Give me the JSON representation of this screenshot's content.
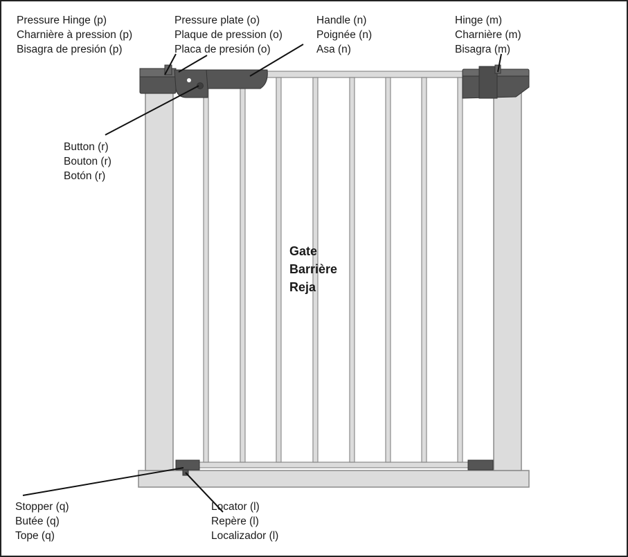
{
  "labels": {
    "pressure_hinge": [
      "Pressure Hinge (p)",
      "Charnière à pression (p)",
      "Bisagra de presión (p)"
    ],
    "pressure_plate": [
      "Pressure plate (o)",
      "Plaque de pression (o)",
      "Placa de presión (o)"
    ],
    "handle": [
      "Handle (n)",
      "Poignée (n)",
      "Asa (n)"
    ],
    "hinge": [
      "Hinge (m)",
      "Charnière (m)",
      "Bisagra (m)"
    ],
    "button": [
      "Button (r)",
      "Bouton (r)",
      "Botón (r)"
    ],
    "gate": [
      "Gate",
      "Barrière",
      "Reja"
    ],
    "stopper": [
      "Stopper (q)",
      "Butée (q)",
      "Tope (q)"
    ],
    "locator": [
      "Locator (l)",
      "Repère (l)",
      "Localizador (l)"
    ]
  },
  "colors": {
    "frame_fill": "#dcdcdc",
    "frame_stroke": "#8a8a8a",
    "hardware": "#555555",
    "leader_line": "#111111"
  }
}
